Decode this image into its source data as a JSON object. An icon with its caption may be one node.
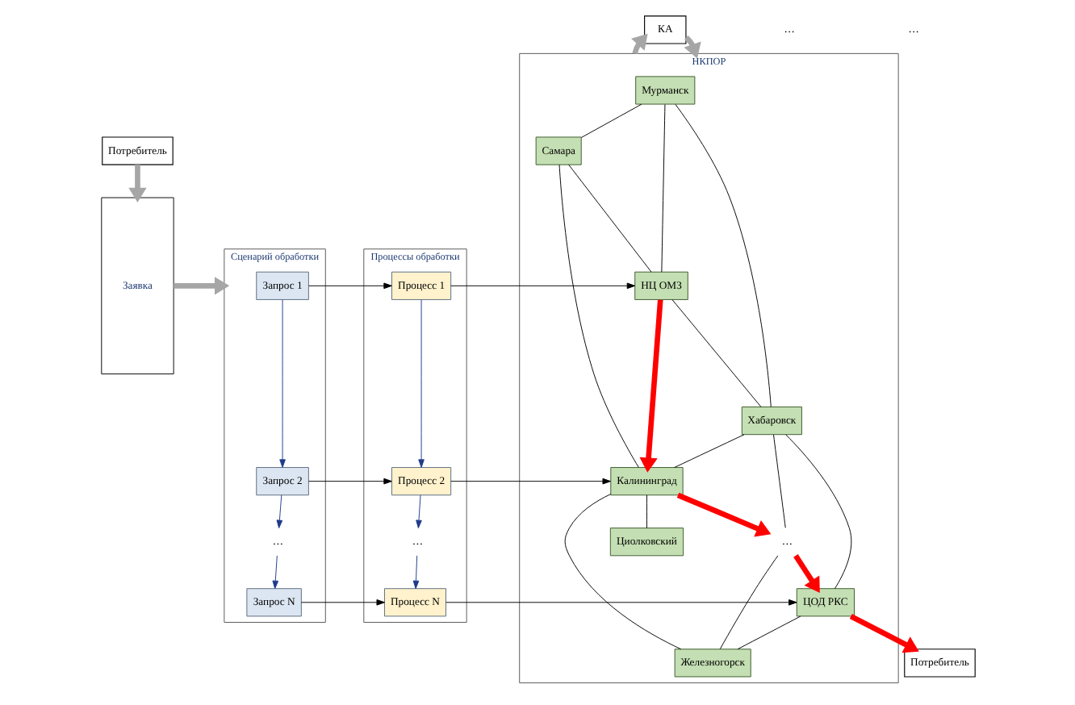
{
  "diagram": {
    "nodes": [
      {
        "text": [
          "Потребитель"
        ]
      },
      {
        "text": [
          "Заявка"
        ]
      },
      {
        "text": [
          "Сценарий обработки"
        ]
      },
      {
        "text": [
          "Запрос 1"
        ],
        "in": 2
      },
      {
        "text": [
          "Запрос 2"
        ],
        "in": 2
      },
      {
        "text": [
          "…"
        ],
        "in": 2
      },
      {
        "text": [
          "Запрос N"
        ],
        "in": 2
      },
      {
        "text": [
          "Процессы обработки"
        ]
      },
      {
        "text": [
          "Процесс 1"
        ],
        "in": 7
      },
      {
        "text": [
          "Процесс 2"
        ],
        "in": 7
      },
      {
        "text": [
          "…"
        ],
        "in": 7
      },
      {
        "text": [
          "Процесс N"
        ],
        "in": 7
      },
      {
        "text": [
          "КА"
        ]
      },
      {
        "text": [
          "НКПОР"
        ]
      },
      {
        "text": [
          "Мурманск"
        ],
        "in": 13
      },
      {
        "text": [
          "Самара"
        ],
        "in": 13
      },
      {
        "text": [
          "НЦ ОМЗ"
        ],
        "in": 13
      },
      {
        "text": [
          "Хабаровск"
        ],
        "in": 13
      },
      {
        "text": [
          "Калининград"
        ],
        "in": 13
      },
      {
        "text": [
          "Циолковский"
        ],
        "in": 13
      },
      {
        "text": [
          "…"
        ],
        "in": 13
      },
      {
        "text": [
          "ЦОД РКС"
        ],
        "in": 13
      },
      {
        "text": [
          "Железногорск"
        ],
        "in": 13
      },
      {
        "text": [
          "Потребитель"
        ]
      }
    ],
    "edges": [
      {
        "from": 0,
        "to": 1,
        "arrow": "to",
        "style": "thick",
        "color": "#a6a6a6"
      },
      {
        "from": 1,
        "to": 2,
        "arrow": "to",
        "style": "thick",
        "color": "#a6a6a6"
      },
      {
        "from": 3,
        "to": 4,
        "arrow": "to",
        "color": "#1f3b8a"
      },
      {
        "from": 4,
        "to": 5,
        "arrow": "to",
        "color": "#1f3b8a"
      },
      {
        "from": 5,
        "to": 6,
        "arrow": "to",
        "color": "#1f3b8a"
      },
      {
        "from": 8,
        "to": 9,
        "arrow": "to",
        "color": "#1f3b8a"
      },
      {
        "from": 9,
        "to": 10,
        "arrow": "to",
        "color": "#1f3b8a"
      },
      {
        "from": 10,
        "to": 11,
        "arrow": "to",
        "color": "#1f3b8a"
      },
      {
        "from": 3,
        "to": 8,
        "arrow": "to"
      },
      {
        "from": 4,
        "to": 9,
        "arrow": "to"
      },
      {
        "from": 6,
        "to": 11,
        "arrow": "to"
      },
      {
        "from": 8,
        "to": 16,
        "arrow": "to"
      },
      {
        "from": 9,
        "to": 18,
        "arrow": "to"
      },
      {
        "from": 11,
        "to": 21,
        "arrow": "to"
      },
      {
        "from": 13,
        "to": 12,
        "arrow": "to",
        "style": "thick",
        "color": "#a6a6a6"
      },
      {
        "from": 12,
        "to": 13,
        "arrow": "to",
        "style": "thick",
        "color": "#a6a6a6"
      },
      {
        "from": 14,
        "to": 15,
        "arrow": "none"
      },
      {
        "from": 14,
        "to": 16,
        "arrow": "none"
      },
      {
        "from": 15,
        "to": 16,
        "arrow": "none"
      },
      {
        "from": 14,
        "to": 17,
        "arrow": "none"
      },
      {
        "from": 16,
        "to": 17,
        "arrow": "none"
      },
      {
        "from": 16,
        "to": 18,
        "arrow": "to",
        "style": "thick",
        "color": "#ff0000"
      },
      {
        "from": 15,
        "to": 18,
        "arrow": "none"
      },
      {
        "from": 17,
        "to": 18,
        "arrow": "none"
      },
      {
        "from": 18,
        "to": 19,
        "arrow": "none"
      },
      {
        "from": 18,
        "to": 20,
        "arrow": "to",
        "style": "thick",
        "color": "#ff0000"
      },
      {
        "from": 17,
        "to": 20,
        "arrow": "none"
      },
      {
        "from": 20,
        "to": 21,
        "arrow": "to",
        "style": "thick",
        "color": "#ff0000"
      },
      {
        "from": 17,
        "to": 21,
        "arrow": "none"
      },
      {
        "from": 18,
        "to": 22,
        "arrow": "none"
      },
      {
        "from": 20,
        "to": 22,
        "arrow": "none"
      },
      {
        "from": 21,
        "to": 22,
        "arrow": "none"
      },
      {
        "from": 21,
        "to": 23,
        "arrow": "to",
        "style": "thick",
        "color": "#ff0000"
      }
    ],
    "labels": [
      "…",
      "…"
    ]
  }
}
